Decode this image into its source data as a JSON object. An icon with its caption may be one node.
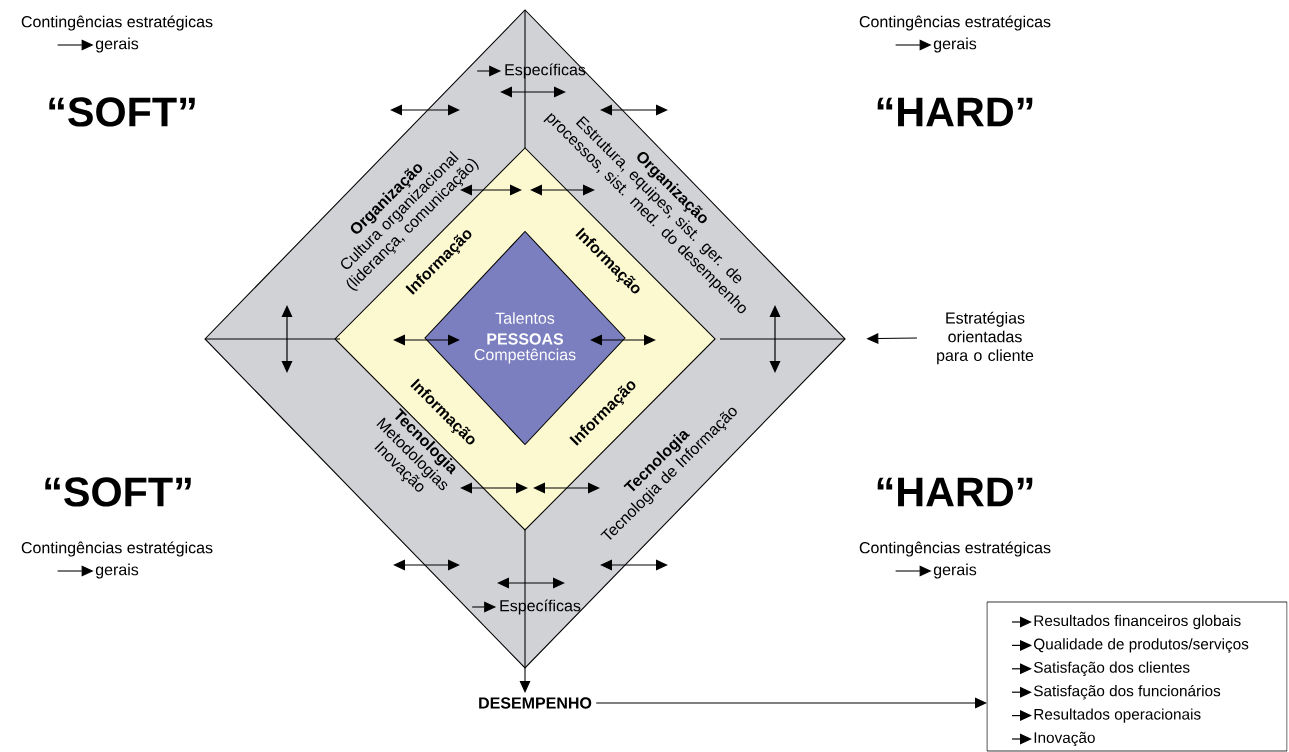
{
  "diagram": {
    "nodes": [
      {
        "text": [
          "gerais"
        ]
      },
      {
        "text": [
          "gerais"
        ]
      },
      {
        "text": [],
        "shape": "diamond"
      },
      {
        "text": [
          "Específicas"
        ],
        "in": 2
      },
      {
        "text": [
          "Organização",
          "Cultura organizacional (liderança, comunicação)"
        ],
        "in": 2
      },
      {
        "text": [
          "Organização",
          "Estrutura, equipes, sist. ger. de processos, sist. med. do desempenho"
        ],
        "in": 2
      },
      {
        "text": [
          "Informação",
          "Informação",
          "Informação",
          "Informação"
        ],
        "in": 2
      },
      {
        "text": [
          "Talentos",
          "PESSOAS",
          "Competências"
        ],
        "in": 6
      },
      {
        "text": [
          "Estratégias orientadas para o cliente"
        ]
      },
      {
        "text": [
          "Tecnologia",
          "Metodologias",
          "Inovação"
        ],
        "in": 2
      },
      {
        "text": [
          "Tecnologia",
          "Tecnologia de Informação"
        ],
        "in": 2
      },
      {
        "text": [
          "gerais"
        ]
      },
      {
        "text": [
          "gerais"
        ]
      },
      {
        "text": [
          "Específicas"
        ],
        "in": 2
      },
      {
        "text": [
          "DESEMPENHO"
        ]
      },
      {
        "text": [
          "Resultados financeiros globais",
          "Qualidade de produtos/serviços",
          "Satisfação dos clientes",
          "Satisfação dos funcionários",
          "Resultados operacionais",
          "Inovação"
        ]
      }
    ],
    "edges": [
      {
        "from": null,
        "to": 0,
        "arrow": "to"
      },
      {
        "from": null,
        "to": 1,
        "arrow": "to"
      },
      {
        "from": null,
        "to": 3,
        "arrow": "to"
      },
      {
        "from": 8,
        "to": 2,
        "arrow": "to"
      },
      {
        "from": null,
        "to": 11,
        "arrow": "to"
      },
      {
        "from": null,
        "to": 12,
        "arrow": "to"
      },
      {
        "from": null,
        "to": 13,
        "arrow": "to"
      },
      {
        "from": 2,
        "to": 14,
        "arrow": "to"
      },
      {
        "from": 14,
        "to": 15,
        "arrow": "to"
      }
    ],
    "labels": [
      "Contingências estratégicas",
      "Contingências estratégicas",
      "“SOFT”",
      "“HARD”",
      "“SOFT”",
      "“HARD”",
      "Contingências estratégicas",
      "Contingências estratégicas"
    ]
  }
}
